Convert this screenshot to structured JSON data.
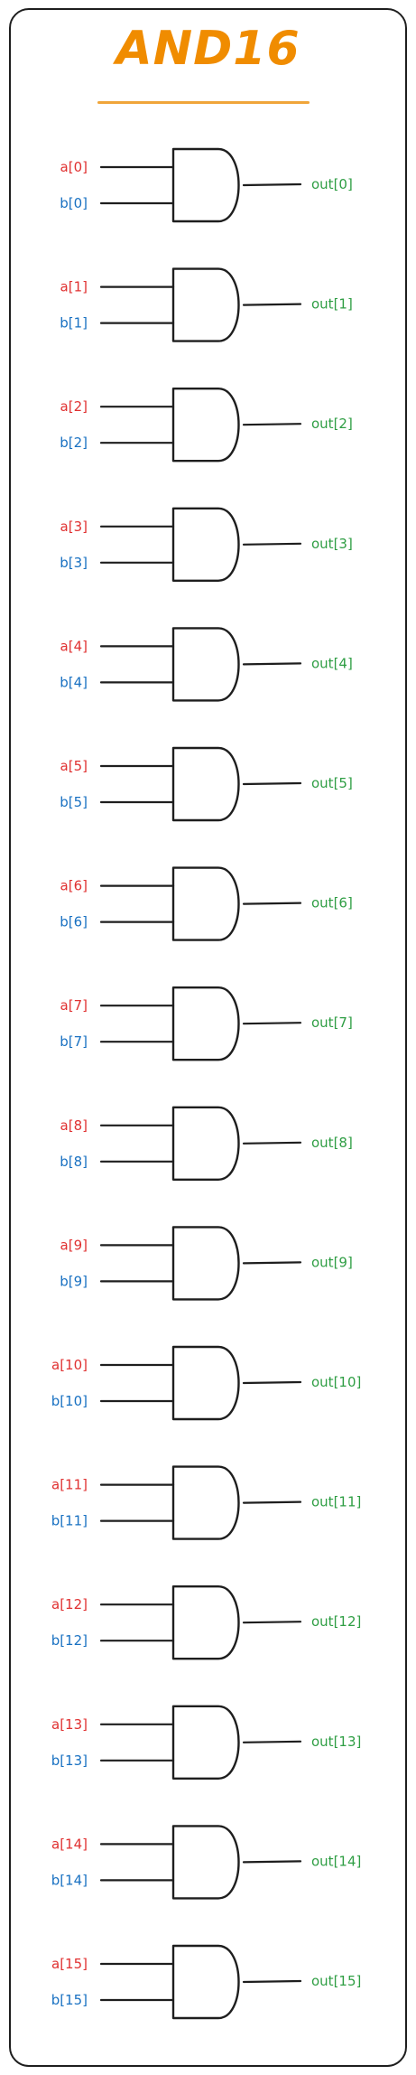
{
  "title": "AND16",
  "colors": {
    "title": "#f08c00",
    "input_a": "#e03131",
    "input_b": "#1971c2",
    "output": "#2f9e44",
    "stroke": "#1e1e1e"
  },
  "gates": [
    {
      "a": "a[0]",
      "b": "b[0]",
      "out": "out[0]"
    },
    {
      "a": "a[1]",
      "b": "b[1]",
      "out": "out[1]"
    },
    {
      "a": "a[2]",
      "b": "b[2]",
      "out": "out[2]"
    },
    {
      "a": "a[3]",
      "b": "b[3]",
      "out": "out[3]"
    },
    {
      "a": "a[4]",
      "b": "b[4]",
      "out": "out[4]"
    },
    {
      "a": "a[5]",
      "b": "b[5]",
      "out": "out[5]"
    },
    {
      "a": "a[6]",
      "b": "b[6]",
      "out": "out[6]"
    },
    {
      "a": "a[7]",
      "b": "b[7]",
      "out": "out[7]"
    },
    {
      "a": "a[8]",
      "b": "b[8]",
      "out": "out[8]"
    },
    {
      "a": "a[9]",
      "b": "b[9]",
      "out": "out[9]"
    },
    {
      "a": "a[10]",
      "b": "b[10]",
      "out": "out[10]"
    },
    {
      "a": "a[11]",
      "b": "b[11]",
      "out": "out[11]"
    },
    {
      "a": "a[12]",
      "b": "b[12]",
      "out": "out[12]"
    },
    {
      "a": "a[13]",
      "b": "b[13]",
      "out": "out[13]"
    },
    {
      "a": "a[14]",
      "b": "b[14]",
      "out": "out[14]"
    },
    {
      "a": "a[15]",
      "b": "b[15]",
      "out": "out[15]"
    }
  ]
}
